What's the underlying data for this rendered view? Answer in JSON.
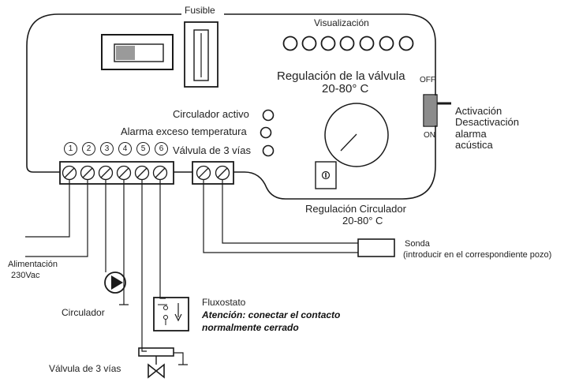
{
  "labels": {
    "fuse": "Fusible",
    "display": "Visualización",
    "valve_regulation_1": "Regulación de la válvula",
    "valve_regulation_2": "20-80° C",
    "off": "OFF",
    "on": "ON",
    "alarm_switch_1": "Activación",
    "alarm_switch_2": "Desactivación",
    "alarm_switch_3": "alarma",
    "alarm_switch_4": "acústica",
    "circulator_active": "Circulador activo",
    "alarm_overtemp": "Alarma exceso temperatura",
    "three_way_valve_led": "Válvula de 3 vías",
    "circulator_regulation_1": "Regulación Circulador",
    "circulator_regulation_2": "20-80° C",
    "probe_1": "Sonda",
    "probe_2": "(introducir en el correspondiente pozo)",
    "power_1": "Alimentación",
    "power_2": "230Vac",
    "circulator": "Circulador",
    "flow_switch": "Fluxostato",
    "warning_1": "Atención: conectar el contacto",
    "warning_2": "normalmente cerrado",
    "three_way_valve": "Válvula de 3 vías"
  },
  "terminals": [
    "1",
    "2",
    "3",
    "4",
    "5",
    "6"
  ]
}
